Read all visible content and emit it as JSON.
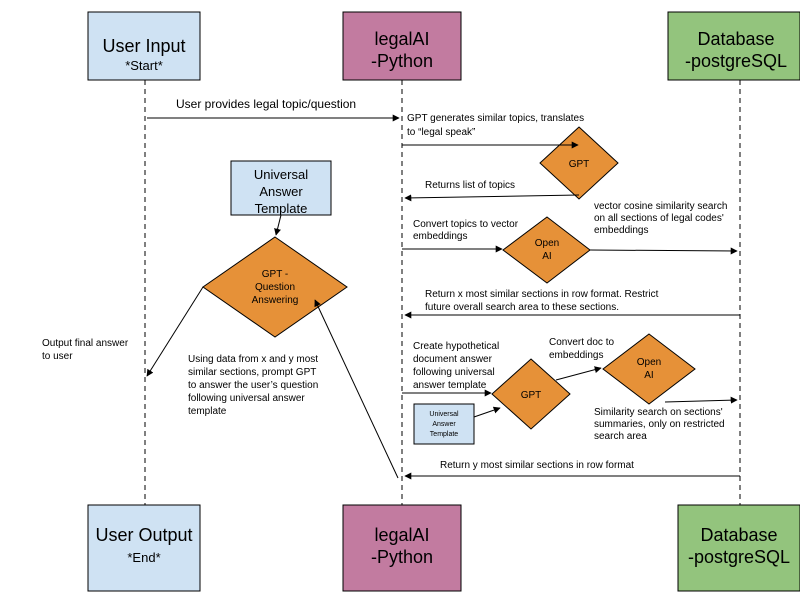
{
  "colors": {
    "blue": "#cfe2f3",
    "pink": "#c27ba0",
    "green": "#93c47d",
    "orange": "#e69138",
    "stroke": "#000000"
  },
  "actors": {
    "user_top": {
      "line1": "User Input",
      "line2": "*Start*"
    },
    "python_top": {
      "line1": "legalAI",
      "line2": "-Python"
    },
    "db_top": {
      "line1": "Database",
      "line2": "-postgreSQL"
    },
    "user_bottom": {
      "line1": "User Output",
      "line2": "*End*"
    },
    "python_bottom": {
      "line1": "legalAI",
      "line2": "-Python"
    },
    "db_bottom": {
      "line1": "Database",
      "line2": "-postgreSQL"
    }
  },
  "templates": {
    "universal_large": [
      "Universal",
      "Answer",
      "Template"
    ],
    "universal_small": [
      "Universal",
      "Answer",
      "Template"
    ]
  },
  "nodes": {
    "gpt_1": [
      "GPT"
    ],
    "openai_1": [
      "Open",
      "AI"
    ],
    "gpt_qa": [
      "GPT -",
      "Question",
      "Answering"
    ],
    "gpt_2": [
      "GPT"
    ],
    "openai_2": [
      "Open",
      "AI"
    ]
  },
  "messages": {
    "m1": [
      "User provides legal topic/question"
    ],
    "m2": [
      "GPT generates similar topics, translates",
      "to “legal speak”"
    ],
    "m3": [
      "Returns list of topics"
    ],
    "m4": [
      "Convert topics  to vector",
      "embeddings"
    ],
    "m5": [
      "vector cosine similarity search",
      "on all sections of legal codes'",
      "embeddings"
    ],
    "m6": [
      "Return x most similar sections in row format. Restrict",
      "future overall search area to these sections."
    ],
    "m7": [
      "Output final answer",
      "to user"
    ],
    "m8": [
      "Using data from x and y most",
      "similar sections, prompt GPT",
      "to answer the user’s question",
      "following universal answer",
      "template"
    ],
    "m9": [
      "Create hypothetical",
      "document answer",
      "following universal",
      "answer template"
    ],
    "m10": [
      "Convert doc to",
      "embeddings"
    ],
    "m11": [
      "Similarity search on sections'",
      "summaries, only on restricted",
      "search area"
    ],
    "m12": [
      "Return y most similar sections in row format"
    ]
  }
}
